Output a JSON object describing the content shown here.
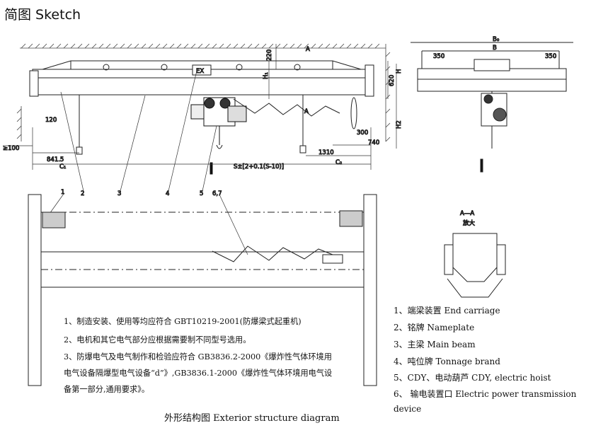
{
  "title": "简图 Sketch",
  "dimensions": {
    "b0": "B₀",
    "b": "B",
    "d350_left": "350",
    "d350_right": "350",
    "a_arrow": "A",
    "a_arrow2": "A",
    "d220": "220",
    "h1": "H₁",
    "h": "H",
    "d620": "620",
    "d120": "120",
    "h2": "H2",
    "d300": "300",
    "d740": "740",
    "d100": "≥100",
    "d841": "841.5",
    "c1": "C₁",
    "d1310": "1310",
    "c2": "C₂",
    "span": "S±[2+0.1(S-10)]",
    "ex": "EX"
  },
  "callouts": [
    "1",
    "2",
    "3",
    "4",
    "5",
    "6,7"
  ],
  "section": {
    "label": "A—A",
    "sub": "放大"
  },
  "notes": [
    "1、制造安装、使用等均应符合 GBT10219-2001(防爆梁式起重机)",
    "2、电机和其它电气部分应根据需要制不同型号选用。",
    "3、防爆电气及电气制作和检验应符合 GB3836.2-2000《爆炸性气体环境用",
    "电气设备隔爆型电气设备“d”》,GB3836.1-2000《爆炸性气体环境用电气设",
    "备第一部分,通用要求》。"
  ],
  "legend": [
    "1、端梁装置 End carriage",
    "2、铭牌 Nameplate",
    "3、主梁 Main beam",
    "4、吨位牌 Tonnage brand",
    "5、CDY、电动葫芦 CDY, electric hoist",
    "6、 输电装置口 Electric power transmission",
    "device"
  ],
  "caption": "外形结构图 Exterior structure diagram"
}
